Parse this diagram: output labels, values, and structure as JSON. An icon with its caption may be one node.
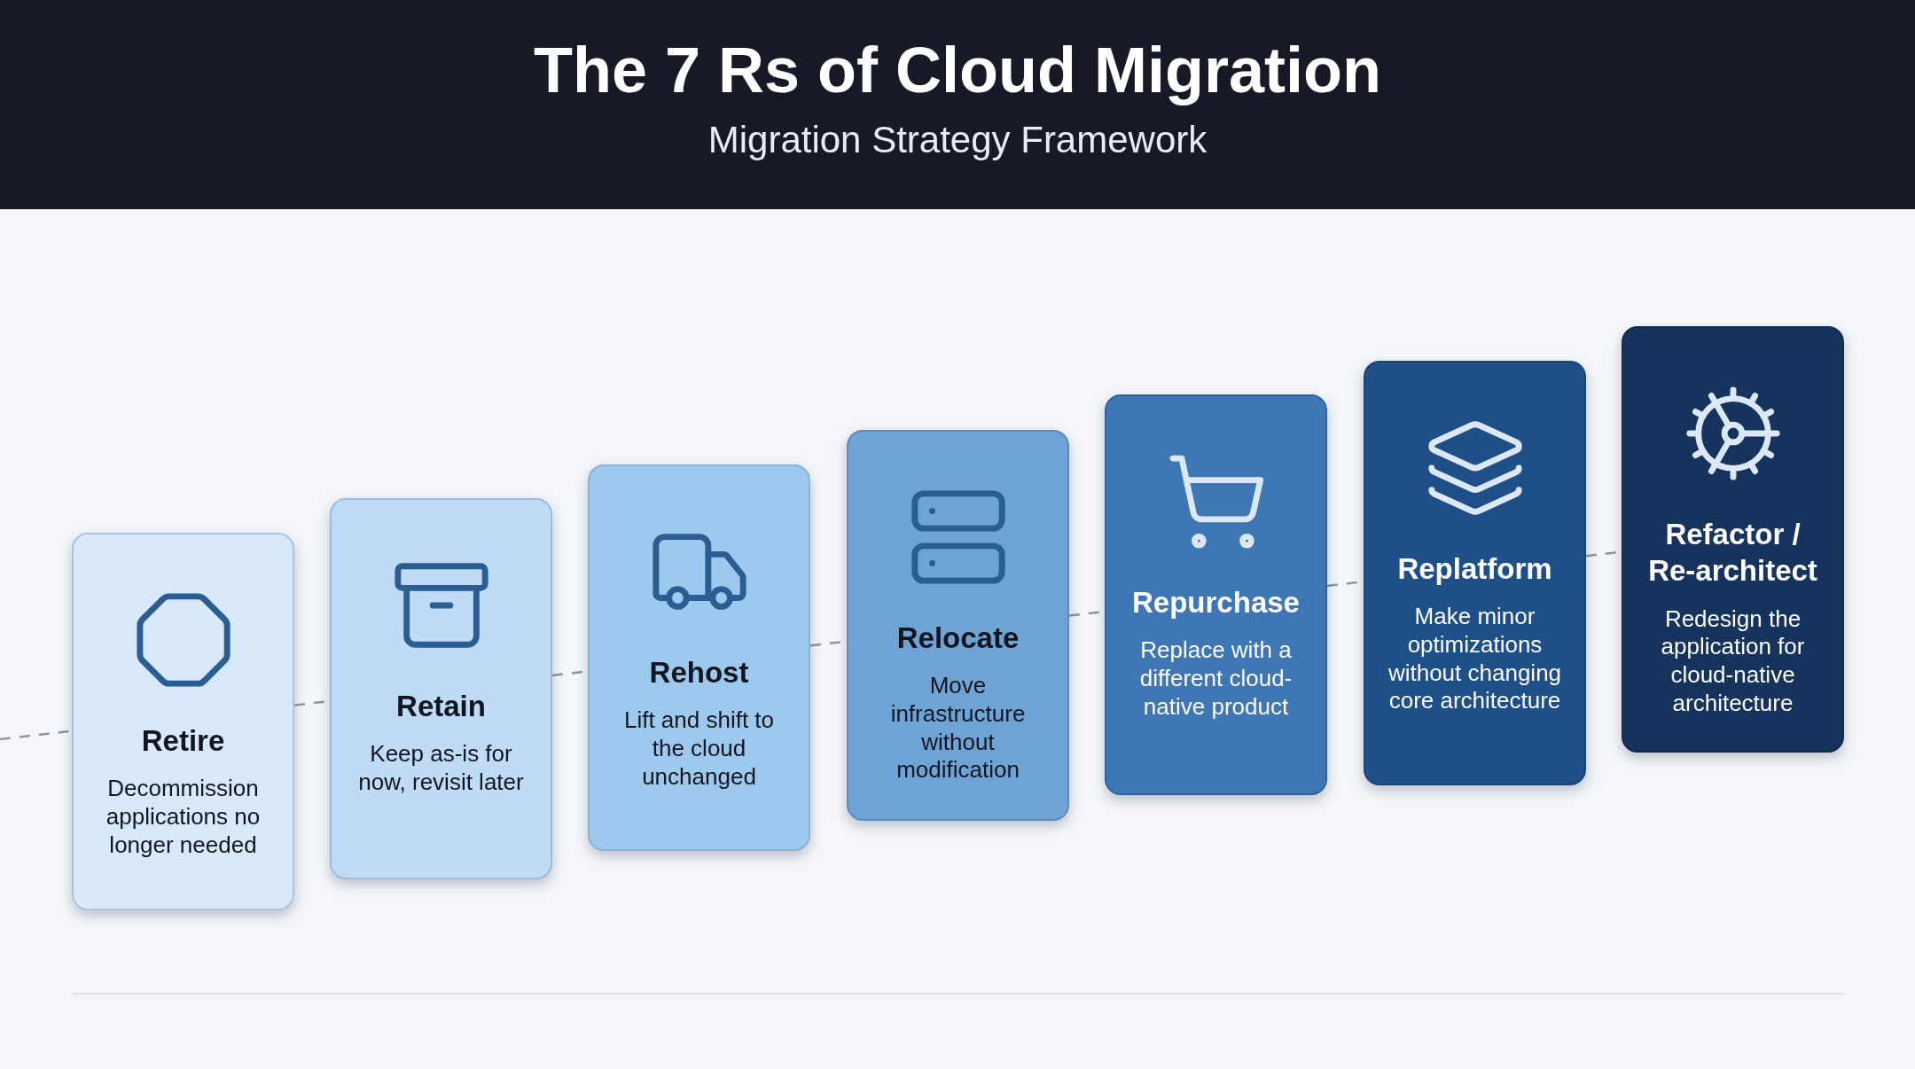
{
  "diagram": {
    "title": "The 7 Rs of Cloud Migration",
    "nodes": [
      {
        "text": [
          "Retire",
          "Decommission applications no longer needed"
        ]
      },
      {
        "text": [
          "Retain",
          "Keep as-is for now, revisit later"
        ]
      },
      {
        "text": [
          "Rehost",
          "Lift and shift to the cloud unchanged"
        ]
      },
      {
        "text": [
          "Relocate",
          "Move infrastructure without modification"
        ]
      },
      {
        "text": [
          "Repurchase",
          "Replace with a different cloud-native product"
        ]
      },
      {
        "text": [
          "Replatform",
          "Make minor optimizations without changing core architecture"
        ]
      },
      {
        "text": [
          "**Refactor** / Re-architect",
          "Redesign the application for cloud-native architecture"
        ]
      }
    ],
    "edges": [
      {
        "from": null,
        "to": 0,
        "arrow": "none",
        "style": "dashed"
      },
      {
        "from": 0,
        "to": 1,
        "arrow": "none",
        "style": "dashed"
      },
      {
        "from": 1,
        "to": 2,
        "arrow": "none",
        "style": "dashed"
      },
      {
        "from": 2,
        "to": 3,
        "arrow": "none",
        "style": "dashed"
      },
      {
        "from": 3,
        "to": 4,
        "arrow": "none",
        "style": "dashed"
      },
      {
        "from": 4,
        "to": 5,
        "arrow": "none",
        "style": "dashed"
      },
      {
        "from": 5,
        "to": 6,
        "arrow": "none",
        "style": "dashed"
      }
    ],
    "labels": [
      "Migration Strategy Framework"
    ]
  }
}
